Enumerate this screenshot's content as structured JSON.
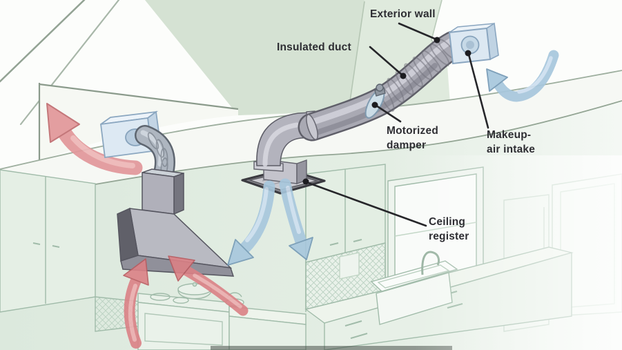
{
  "diagram": {
    "labels": {
      "exterior_wall": "Exterior wall",
      "insulated_duct": "Insulated duct",
      "motorized_damper": [
        "Motorized",
        "damper"
      ],
      "makeup_air_intake": [
        "Makeup-",
        "air intake"
      ],
      "ceiling_register": [
        "Ceiling",
        "register"
      ]
    },
    "legend_colors": {
      "exhaust_air_red": "#DB8186",
      "makeup_air_blue": "#A7C7DD",
      "duct_metal_gray": "#A9A9B3",
      "kitchen_wall_green": "#DFEADD"
    }
  }
}
